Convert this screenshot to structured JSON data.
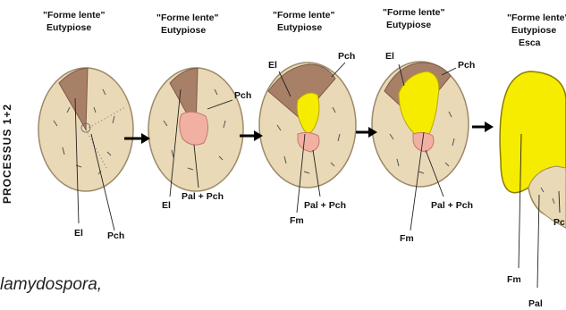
{
  "side_label": "PROCESSUS 1+2",
  "panels": [
    {
      "line1": "\"Forme lente\"",
      "line2": "Eutypiose",
      "line3": ""
    },
    {
      "line1": "\"Forme lente\"",
      "line2": "Eutypiose",
      "line3": ""
    },
    {
      "line1": "\"Forme lente\"",
      "line2": "Eutypiose",
      "line3": ""
    },
    {
      "line1": "\"Forme lente\"",
      "line2": "Eutypiose",
      "line3": ""
    },
    {
      "line1": "\"Forme lente\"",
      "line2": "Eutypiose",
      "line3": "Esca"
    }
  ],
  "labels": {
    "el": "El",
    "pch": "Pch",
    "pal_pch": "Pal + Pch",
    "fm": "Fm",
    "pal": "Pal",
    "pc": "Pc"
  },
  "caption": "lamydospora,",
  "colors": {
    "wood": "#ead9b6",
    "wood_edge": "#9b8a6a",
    "necrosis": "#a88068",
    "pink": "#f2b0a3",
    "yellow": "#f6ec00",
    "arrow": "#000000"
  }
}
